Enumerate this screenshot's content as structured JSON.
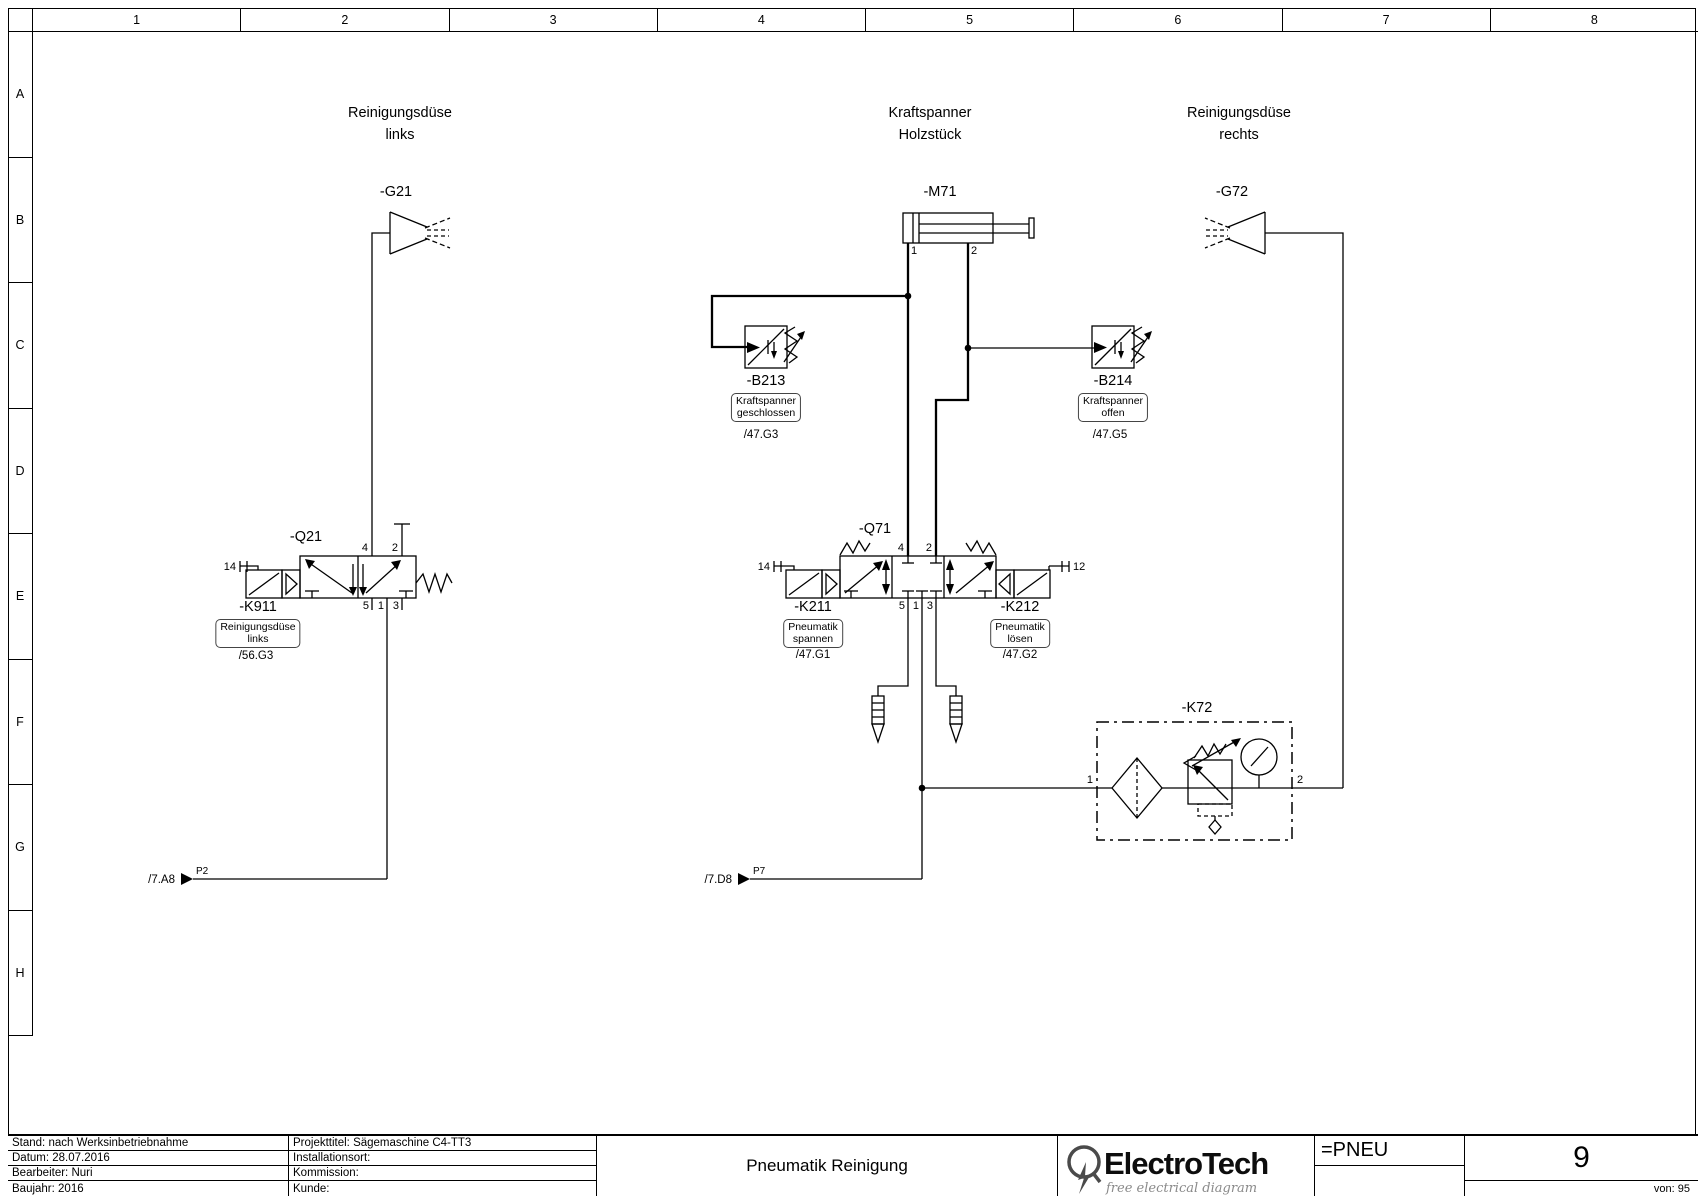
{
  "frame": {
    "cols": [
      "1",
      "2",
      "3",
      "4",
      "5",
      "6",
      "7",
      "8"
    ],
    "rows": [
      "A",
      "B",
      "C",
      "D",
      "E",
      "F",
      "G",
      "H"
    ]
  },
  "headers": {
    "left": [
      "Reinigungsdüse",
      "links"
    ],
    "center": [
      "Kraftspanner",
      "Holzstück"
    ],
    "right": [
      "Reinigungsdüse",
      "rechts"
    ]
  },
  "components": {
    "g21": {
      "label": "-G21"
    },
    "m71": {
      "label": "-M71",
      "p1": "1",
      "p2": "2"
    },
    "g72": {
      "label": "-G72"
    },
    "b213": {
      "label": "-B213",
      "tag1": "Kraftspanner",
      "tag2": "geschlossen",
      "ref": "/47.G3"
    },
    "b214": {
      "label": "-B214",
      "tag1": "Kraftspanner",
      "tag2": "offen",
      "ref": "/47.G5"
    },
    "q21": {
      "label": "-Q21",
      "p14": "14",
      "p4": "4",
      "p2": "2",
      "p5": "5",
      "p1": "1",
      "p3": "3"
    },
    "k911": {
      "label": "-K911",
      "tag1": "Reinigungsdüse",
      "tag2": "links",
      "ref": "/56.G3"
    },
    "q71": {
      "label": "-Q71",
      "p14": "14",
      "p12": "12",
      "p4": "4",
      "p2": "2",
      "p5": "5",
      "p1": "1",
      "p3": "3"
    },
    "k211": {
      "label": "-K211",
      "tag1": "Pneumatik",
      "tag2": "spannen",
      "ref": "/47.G1"
    },
    "k212": {
      "label": "-K212",
      "tag1": "Pneumatik",
      "tag2": "lösen",
      "ref": "/47.G2"
    },
    "k72": {
      "label": "-K72",
      "p1": "1",
      "p2": "2"
    },
    "p2conn": {
      "ref": "/7.A8",
      "label": "P2"
    },
    "p7conn": {
      "ref": "/7.D8",
      "label": "P7"
    }
  },
  "title_block": {
    "stand": "Stand: nach Werksinbetriebnahme",
    "datum": "Datum: 28.07.2016",
    "bearbeiter": "Bearbeiter: Nuri",
    "baujahr": "Baujahr: 2016",
    "projekttitel": "Projekttitel: Sägemaschine C4-TT3",
    "installationsort": "Installationsort:",
    "kommission": "Kommission:",
    "kunde": "Kunde:",
    "title": "Pneumatik Reinigung",
    "logo_name": "ElectroTech",
    "logo_slogan": "free electrical diagram",
    "plant": "=PNEU",
    "page": "9",
    "page_of": "von: 95"
  },
  "colors": {
    "line": "#000000",
    "bg": "#ffffff",
    "logo_gray": "#4a4a4a",
    "slogan_gray": "#8a8a8a"
  }
}
